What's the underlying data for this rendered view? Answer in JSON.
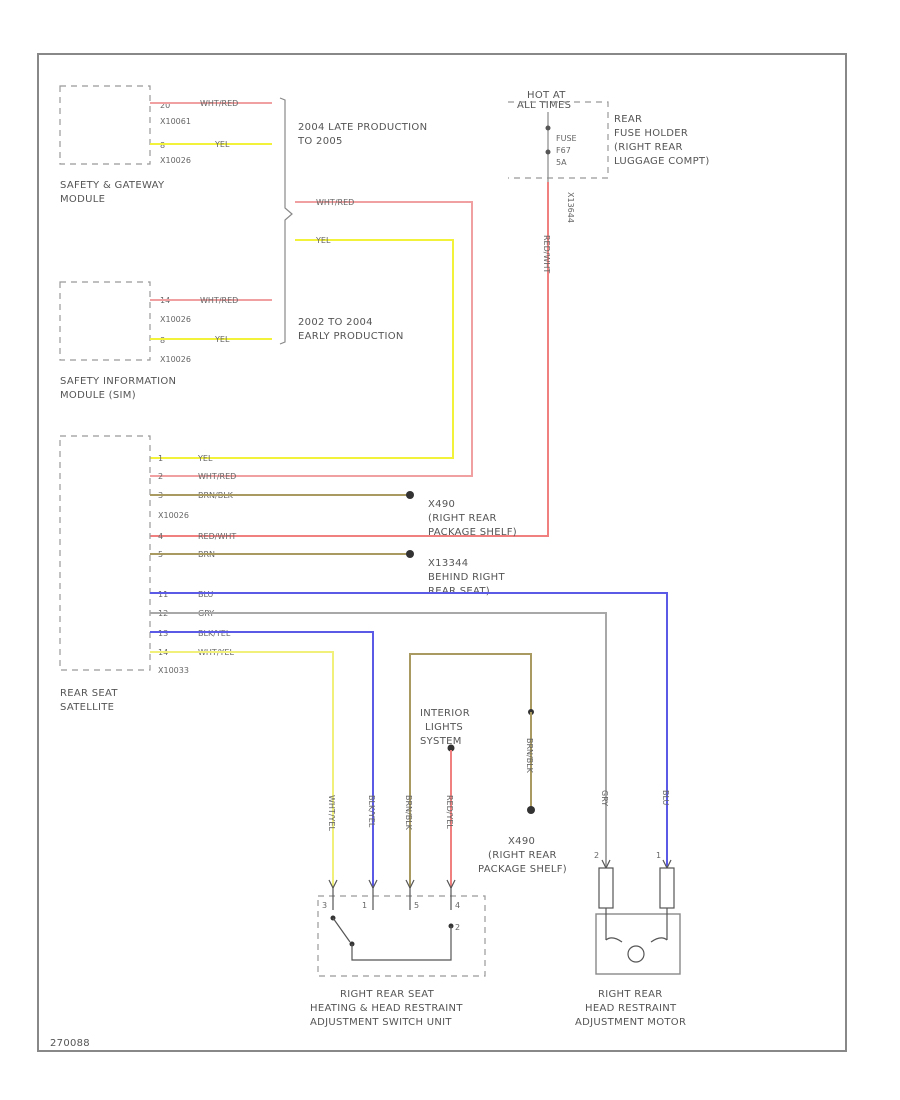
{
  "colors": {
    "yel": "#f2f23a",
    "wht_red": "#f0a0a0",
    "brn": "#a89a60",
    "blu": "#5a5ae6",
    "gry": "#a8a8a8",
    "wht_yel": "#f0f07a",
    "red_wht": "#f08080"
  },
  "labels": {
    "gateway_name": [
      "SAFETY & GATEWAY",
      "MODULE"
    ],
    "sim_name": [
      "SAFETY INFORMATION",
      "MODULE (SIM)"
    ],
    "satellite_name": [
      "REAR SEAT",
      "SATELLITE"
    ],
    "late_production": [
      "2004 LATE PRODUCTION",
      "TO 2005"
    ],
    "early_production": [
      "2002 TO 2004",
      "EARLY PRODUCTION"
    ],
    "hot_at": [
      "HOT AT",
      "ALL TIMES"
    ],
    "fuse_holder": [
      "REAR",
      "FUSE HOLDER",
      "(RIGHT REAR",
      "LUGGAGE COMPT)"
    ],
    "fuse": [
      "FUSE",
      "F67",
      "5A"
    ],
    "fuse_conn": "X13644",
    "gnd1": [
      "X490",
      "(RIGHT REAR",
      "PACKAGE SHELF)"
    ],
    "gnd2": [
      "X13344",
      "BEHIND RIGHT",
      "REAR SEAT)"
    ],
    "gnd3": [
      "X490",
      "(RIGHT REAR",
      "PACKAGE SHELF)"
    ],
    "interior_lights": [
      "INTERIOR",
      "LIGHTS",
      "SYSTEM"
    ],
    "switch_unit": [
      "RIGHT REAR SEAT",
      "HEATING & HEAD RESTRAINT",
      "ADJUSTMENT SWITCH UNIT"
    ],
    "motor": [
      "RIGHT REAR",
      "HEAD RESTRAINT",
      "ADJUSTMENT MOTOR"
    ],
    "figure_id": "270088"
  },
  "gateway": {
    "pin_top": "20",
    "pin_bottom": "8",
    "conn_top": "X10061",
    "conn_bottom": "X10026",
    "wire_top": "WHT/RED",
    "wire_bottom": "YEL"
  },
  "sim": {
    "pin_top": "14",
    "pin_bottom": "8",
    "conn_top": "X10026",
    "conn_bottom": "X10026",
    "wire_top": "WHT/RED",
    "wire_bottom": "YEL"
  },
  "satellite": {
    "pins": [
      "1",
      "2",
      "3",
      "4",
      "5",
      "11",
      "12",
      "13",
      "14"
    ],
    "conn_mid": "X10026",
    "conn_bottom": "X10033",
    "wires": [
      "YEL",
      "WHT/RED",
      "BRN/BLK",
      "RED/WHT",
      "BRN",
      "BLU",
      "GRY",
      "BLK/YEL",
      "WHT/YEL"
    ]
  },
  "bus_wires": {
    "top": "WHT/RED",
    "bottom": "YEL"
  },
  "fuse_wire": "RED/WHT",
  "vertical_wires": {
    "sw1": "WHT/YEL",
    "sw2": "BLK/YEL",
    "sw3": "BRN/BLK",
    "sw4": "RED/YEL",
    "gnd": "BRN/BLK",
    "m1": "GRY",
    "m2": "BLU"
  },
  "switch_pins": [
    "3",
    "1",
    "5",
    "4",
    "2"
  ],
  "motor_pins": [
    "2",
    "1"
  ]
}
